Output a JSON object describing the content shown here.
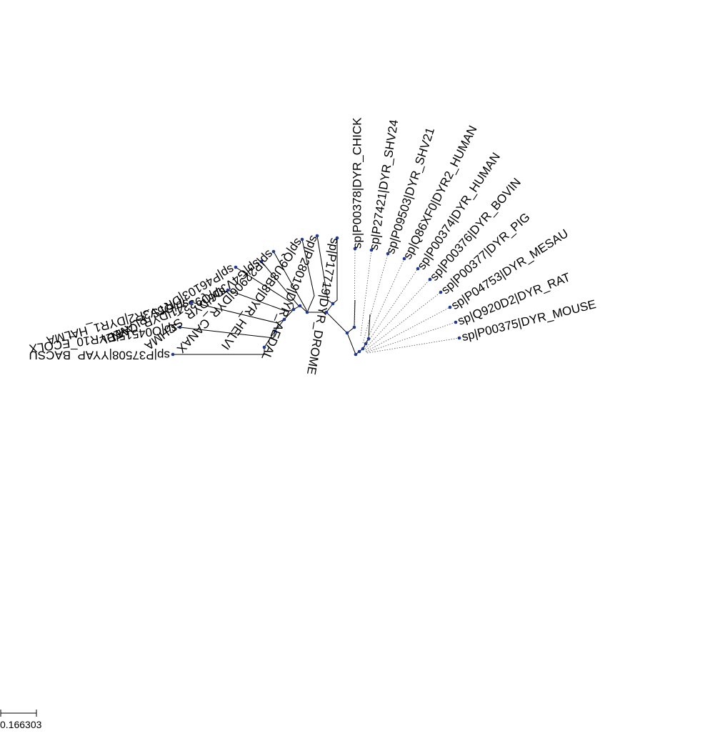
{
  "tree": {
    "node_color": "#1f3a93",
    "branch_color": "#000000",
    "leaves": [
      {
        "label": "sp|P37508|YYAP_BACSU"
      },
      {
        "label": "sp|O04515|DYR10_ECOLX"
      },
      {
        "label": "sp|Q5V3R2|DYR1_HALMA"
      },
      {
        "label": "sp|Q93341|DYR_CAEEL"
      },
      {
        "label": "sp|P46103|DRTS_PLAVN"
      },
      {
        "label": "sp|G4VJD6|DYR_SCHMA"
      },
      {
        "label": "sp|P22906|DYR_CANAX"
      },
      {
        "label": "sp|Q9U8B8|DYR_HELVI"
      },
      {
        "label": "sp|P28019|DYR_AEDAL"
      },
      {
        "label": "sp|P17719|DYR_DROME"
      },
      {
        "label": "sp|P00378|DYR_CHICK"
      },
      {
        "label": "sp|P27421|DYR_SHV24"
      },
      {
        "label": "sp|P09503|DYR_SHV21"
      },
      {
        "label": "sp|Q86XF0|DYR2_HUMAN"
      },
      {
        "label": "sp|P00374|DYR_HUMAN"
      },
      {
        "label": "sp|P00376|DYR_BOVIN"
      },
      {
        "label": "sp|P00377|DYR_PIG"
      },
      {
        "label": "sp|P04753|DYR_MESAU"
      },
      {
        "label": "sp|Q920D2|DYR_RAT"
      },
      {
        "label": "sp|P00375|DYR_MOUSE"
      }
    ]
  },
  "scale_bar": {
    "label": "0.166303"
  }
}
